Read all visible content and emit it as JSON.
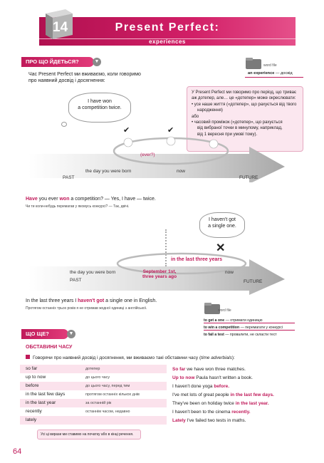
{
  "header": {
    "unit_number": "14",
    "title": "Present Perfect:",
    "subtitle": "experiences"
  },
  "section1": {
    "tab_label": "ПРО ЩО ЙДЕТЬСЯ?",
    "intro_line1": "Час Present Perfect ми вживаємо, коли говоримо",
    "intro_line2": "про наявний досвід і досягнення:"
  },
  "wordfile1": {
    "label": "word file",
    "entry_en": "an experience",
    "entry_ua": "— досвід"
  },
  "note_box": {
    "line1": "У Present Perfect ми говоримо про період, що триває",
    "line2": "аж дотепер, але… це «дотепер» може окреслювати:",
    "bullet1a": "усе наше життя («дотепер», що рахується від твого",
    "bullet1b": "народження)",
    "or": "або",
    "bullet2a": "часовий проміжок («дотепер», що рахується",
    "bullet2b": "від вибраної точки в минулому, наприклад,",
    "bullet2c": "від 1 вересня при умові тому)."
  },
  "timeline1": {
    "cloud_text1": "I have won",
    "cloud_text2": "a competition twice.",
    "ever": "(ever?)",
    "past": "PAST",
    "future": "FUTURE",
    "birth": "the day you were born",
    "now": "now"
  },
  "example1": {
    "part1": "Have",
    "part2": " you ever ",
    "part3": "won",
    "part4": " a competition? — Yes, I have — twice.",
    "translation": "Чи ти коли-небудь перемагав у якомусь конкурсі? — Так, двічі."
  },
  "timeline2": {
    "cloud_text1": "I haven't got",
    "cloud_text2": "a single one.",
    "period": "in the last three years",
    "birth": "the day you were born",
    "past": "PAST",
    "sept1": "September 1st,",
    "sept2": "three years ago",
    "now": "now",
    "future": "FUTURE"
  },
  "example2": {
    "part1": "In the last three years I ",
    "part2": "haven't got",
    "part3": " a single one in English.",
    "translation": "Протягом останніх трьох років я не отримав жодної одиниці з англійської."
  },
  "wordfile2": {
    "label": "word file",
    "l1_en": "to get a one",
    "l1_ua": "— отримати одиницю",
    "l2_en": "to win a competition",
    "l2_ua": "— перемагати у конкурсі",
    "l3_en": "to fail a test",
    "l3_ua": "— провалити, не скласти тест"
  },
  "section2": {
    "tab_label": "ЩО ЩЕ?",
    "heading": "ОБСТАВИНИ ЧАСУ",
    "bullet_text_before": "Говорячи про наявний досвід і досягнення, ми вживаємо такі обставини часу (",
    "bullet_text_italic": "time adverbials",
    "bullet_text_after": "):"
  },
  "adverbials": [
    {
      "en": "so far",
      "ua": "дотепер"
    },
    {
      "en": "up to now",
      "ua": "до цього часу"
    },
    {
      "en": "before",
      "ua": "до цього часу, перед тим"
    },
    {
      "en": "in the last few days",
      "ua": "протягом останніх кількох днів"
    },
    {
      "en": "in the last year",
      "ua": "за останній рік"
    },
    {
      "en": "recently",
      "ua": "останнім часом, недавно"
    },
    {
      "en": "lately",
      "ua": ""
    }
  ],
  "examples": [
    {
      "a": "So far",
      "b": " we have won three matches.",
      "c": ""
    },
    {
      "a": "Up to now",
      "b": " Paula hasn't written a book.",
      "c": ""
    },
    {
      "a": "",
      "b": "I haven't done yoga ",
      "c": "before."
    },
    {
      "a": "",
      "b": "I've met lots of great people ",
      "c": "in the last few days."
    },
    {
      "a": "",
      "b": "They've been on holiday twice ",
      "c": "in the last year."
    },
    {
      "a": "",
      "b": "I haven't been to the cinema ",
      "c": "recently."
    },
    {
      "a": "Lately",
      "b": " I've failed two tests in maths.",
      "c": ""
    }
  ],
  "footnote": "Усі ці вирази ми ставимо на початку або в кінці речення.",
  "page_number": "64"
}
